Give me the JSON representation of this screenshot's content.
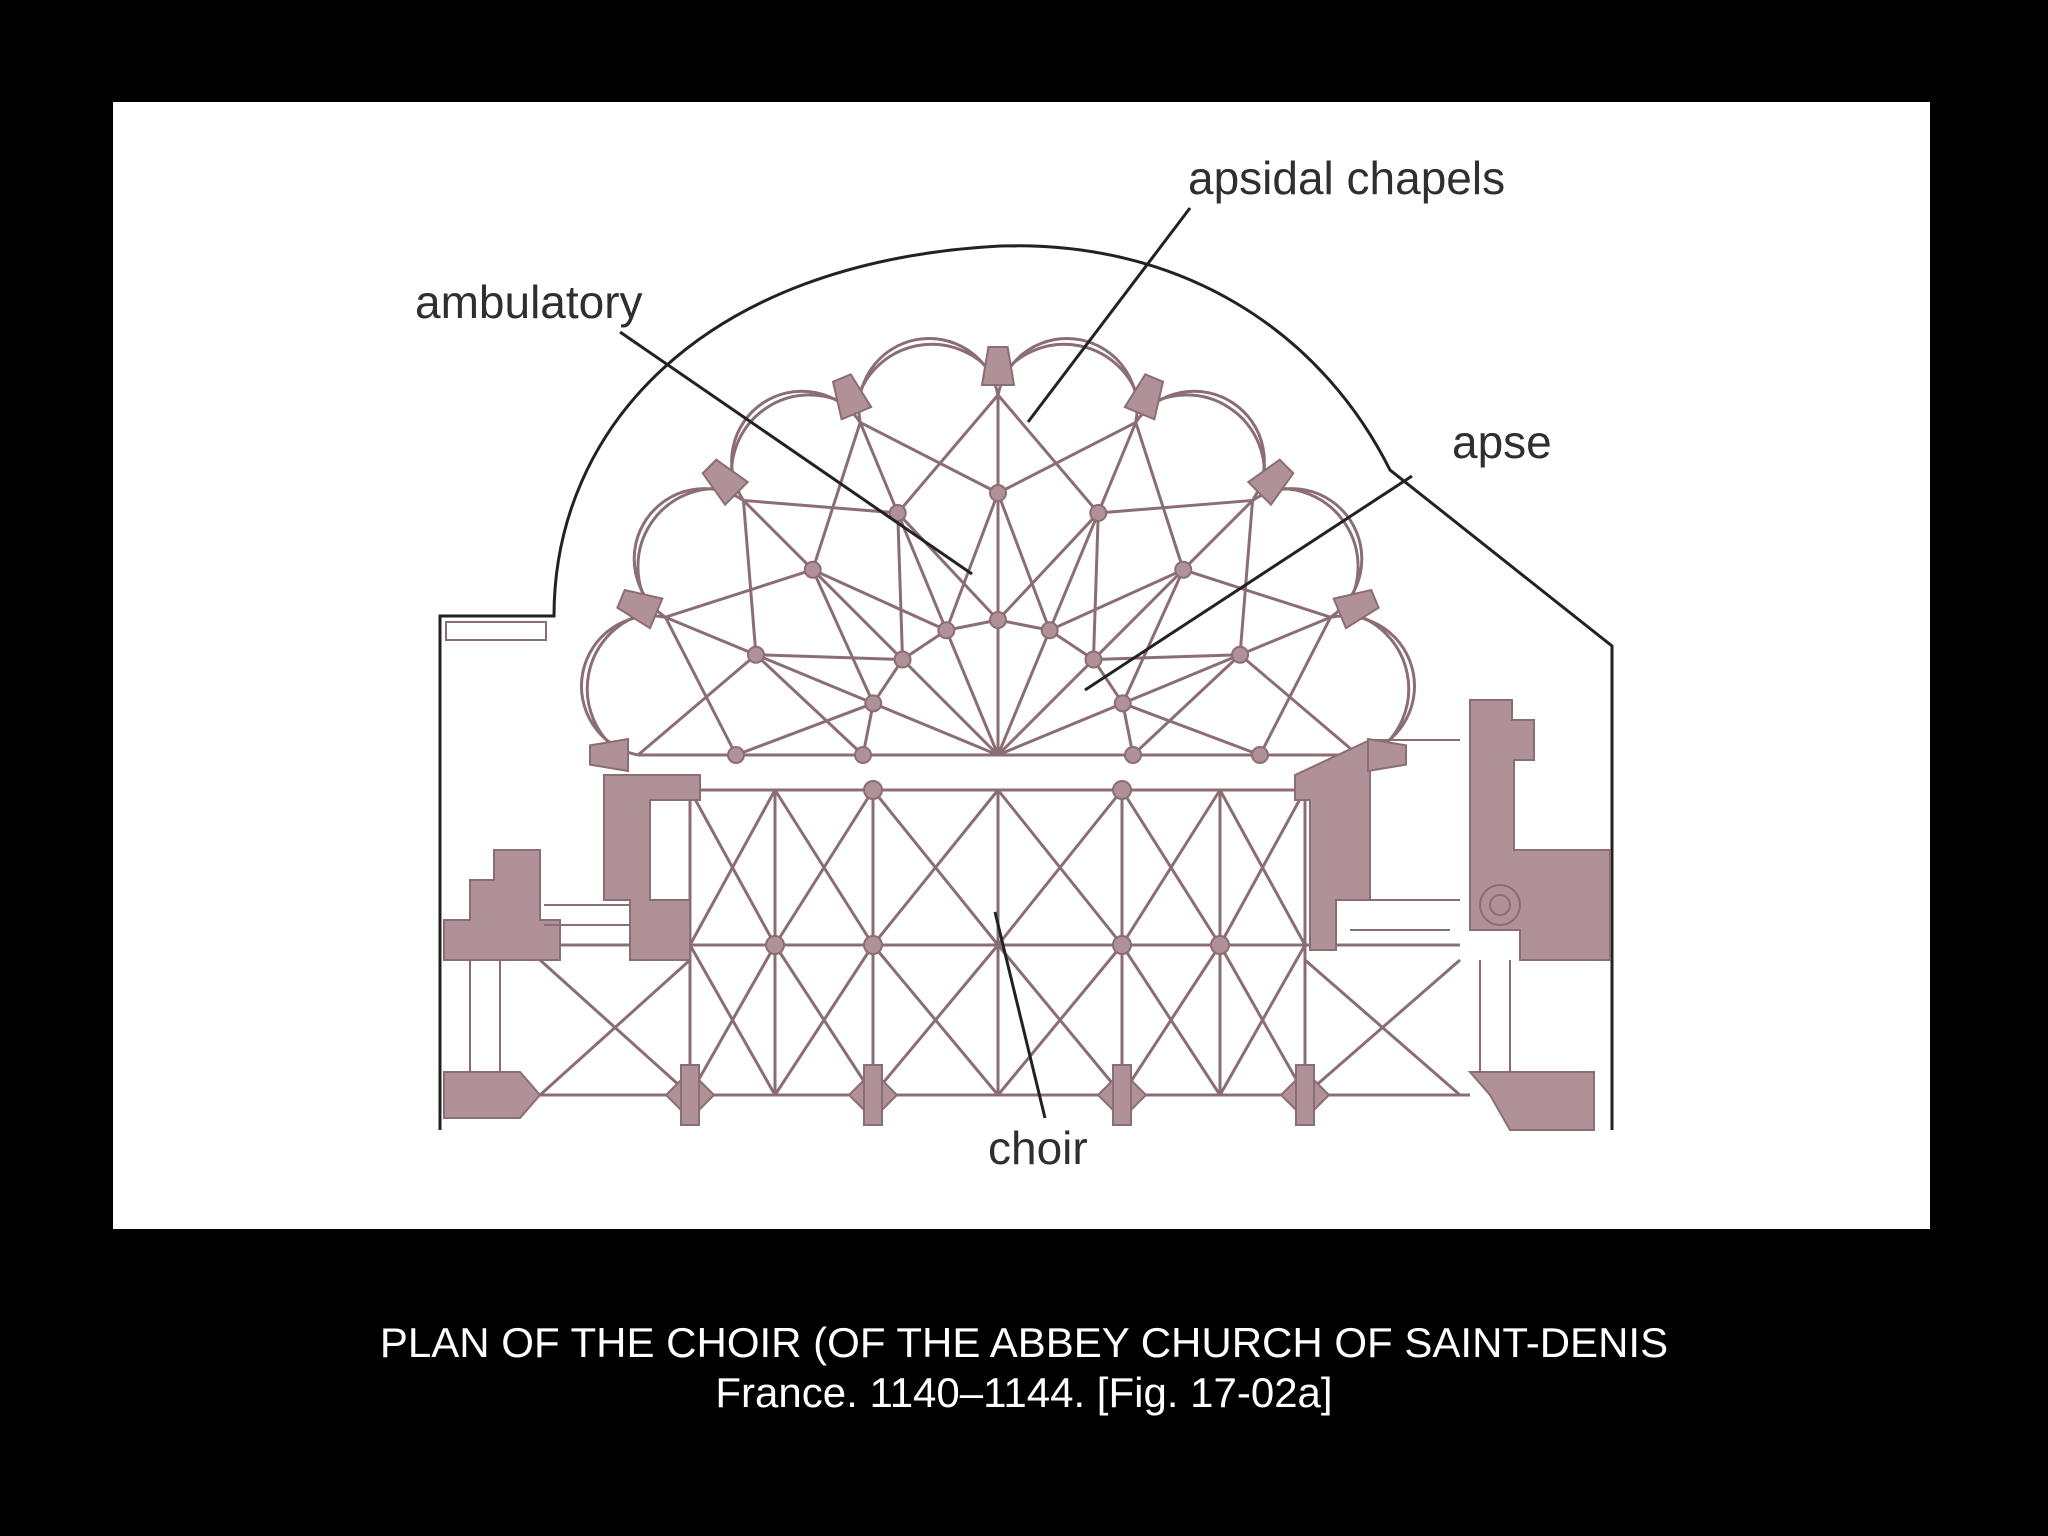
{
  "diagram": {
    "labels": {
      "apsidal_chapels": "apsidal chapels",
      "ambulatory": "ambulatory",
      "apse": "apse",
      "choir": "choir"
    },
    "colors": {
      "pier_fill": "#b09197",
      "rib_line": "#8a6e73",
      "outline": "#222222",
      "panel": "#ffffff",
      "background": "#000000"
    }
  },
  "caption": {
    "line1": "PLAN OF THE CHOIR (OF THE ABBEY CHURCH OF SAINT-DENIS",
    "line2": "France. 1140–1144. [Fig. 17-02a]"
  }
}
